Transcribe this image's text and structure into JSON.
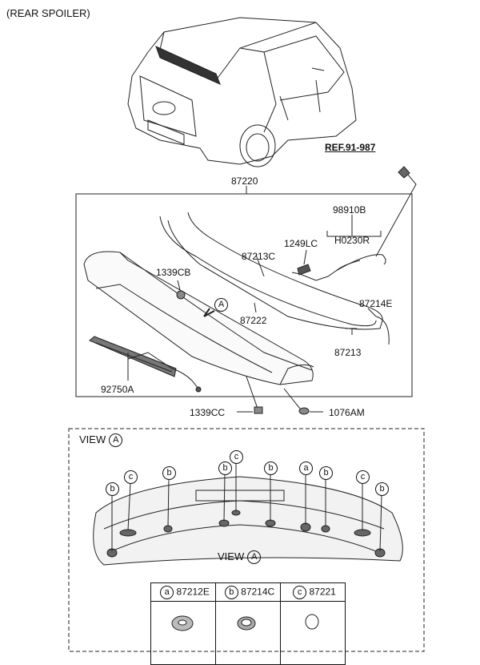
{
  "title": "(REAR SPOILER)",
  "ref": "REF.91-987",
  "parts": {
    "p87220": "87220",
    "p98910B": "98910B",
    "pH0230R": "H0230R",
    "p1249LC": "1249LC",
    "p87213C": "87213C",
    "p1339CB": "1339CB",
    "p87214E": "87214E",
    "p87222": "87222",
    "p87213": "87213",
    "p92750A": "92750A",
    "p1339CC": "1339CC",
    "p1076AM": "1076AM"
  },
  "view_marker": "A",
  "view_title": "VIEW",
  "callouts": {
    "a": "a",
    "b": "b",
    "c": "c"
  },
  "legend": [
    {
      "letter": "a",
      "part": "87212E"
    },
    {
      "letter": "b",
      "part": "87214C"
    },
    {
      "letter": "c",
      "part": "87221"
    }
  ]
}
